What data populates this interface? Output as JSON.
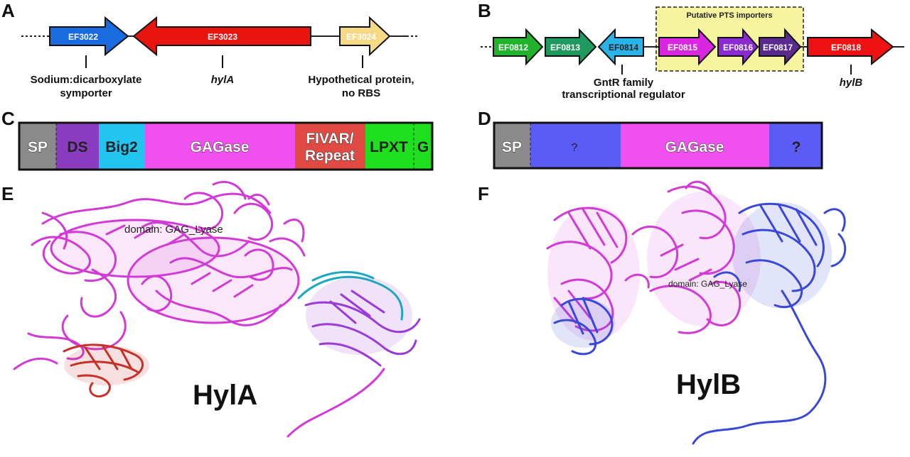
{
  "panels": {
    "a": "A",
    "b": "B",
    "c": "C",
    "d": "D",
    "e": "E",
    "f": "F"
  },
  "panel_a": {
    "genes": [
      {
        "id": "ef3022",
        "label": "EF3022",
        "color": "#1a6be0",
        "direction": "right"
      },
      {
        "id": "ef3023",
        "label": "EF3023",
        "color": "#e8150f",
        "direction": "left"
      },
      {
        "id": "ef3024",
        "label": "EF3024",
        "color": "#f5d985",
        "direction": "right"
      }
    ],
    "annotations": {
      "ef3022_line1": "Sodium:dicarboxylate",
      "ef3022_line2": "symporter",
      "ef3023": "hylA",
      "ef3024_line1": "Hypothetical protein,",
      "ef3024_line2": "no RBS"
    }
  },
  "panel_b": {
    "box_title": "Putative PTS importers",
    "box_color": "#f7f4a0",
    "genes": [
      {
        "id": "ef0812",
        "label": "EF0812",
        "color": "#22b32c",
        "direction": "right"
      },
      {
        "id": "ef0813",
        "label": "EF0813",
        "color": "#1f9a5e",
        "direction": "right"
      },
      {
        "id": "ef0814",
        "label": "EF0814",
        "color": "#2ab3e8",
        "direction": "left"
      },
      {
        "id": "ef0815",
        "label": "EF0815",
        "color": "#d926e0",
        "direction": "right"
      },
      {
        "id": "ef0816",
        "label": "EF0816",
        "color": "#8a2ad0",
        "direction": "right"
      },
      {
        "id": "ef0817",
        "label": "EF0817",
        "color": "#5a2a90",
        "direction": "right"
      },
      {
        "id": "ef0818",
        "label": "EF0818",
        "color": "#ee1212",
        "direction": "right"
      }
    ],
    "annotations": {
      "ef0814_line1": "GntR family",
      "ef0814_line2": "transcriptional regulator",
      "ef0818": "hylB"
    }
  },
  "panel_c": {
    "domains": [
      {
        "id": "sp",
        "label": "SP",
        "color": "#8a8a8a"
      },
      {
        "id": "ds",
        "label": "DS",
        "color": "#8a3bc0"
      },
      {
        "id": "big2",
        "label": "Big2",
        "color": "#22c4f0"
      },
      {
        "id": "gagase",
        "label": "GAGase",
        "color": "#f050f0"
      },
      {
        "id": "fivar_line1",
        "label": "FIVAR/",
        "color": "#e04a42"
      },
      {
        "id": "fivar_line2",
        "label": "Repeat",
        "color": "#e04a42"
      },
      {
        "id": "lpxt",
        "label": "LPXT",
        "color": "#1ee01e"
      },
      {
        "id": "g",
        "label": "G",
        "color": "#1ee01e"
      }
    ]
  },
  "panel_d": {
    "domains": [
      {
        "id": "sp",
        "label": "SP",
        "color": "#8a8a8a"
      },
      {
        "id": "unknown1",
        "label": "?",
        "color": "#5a5cf5"
      },
      {
        "id": "gagase",
        "label": "GAGase",
        "color": "#f050f0"
      },
      {
        "id": "unknown2",
        "label": "?",
        "color": "#5a5cf5"
      }
    ]
  },
  "panel_e": {
    "protein": "HylA",
    "domain_label": "domain: GAG_Lyase",
    "colors": {
      "main": "#d23ad6",
      "secondary": "#9a3ad8",
      "teal": "#1aa8c0",
      "red": "#c8302a"
    }
  },
  "panel_f": {
    "protein": "HylB",
    "domain_label": "domain: GAG_Lyase",
    "colors": {
      "main": "#d23ad6",
      "blue": "#3a48d8"
    }
  }
}
